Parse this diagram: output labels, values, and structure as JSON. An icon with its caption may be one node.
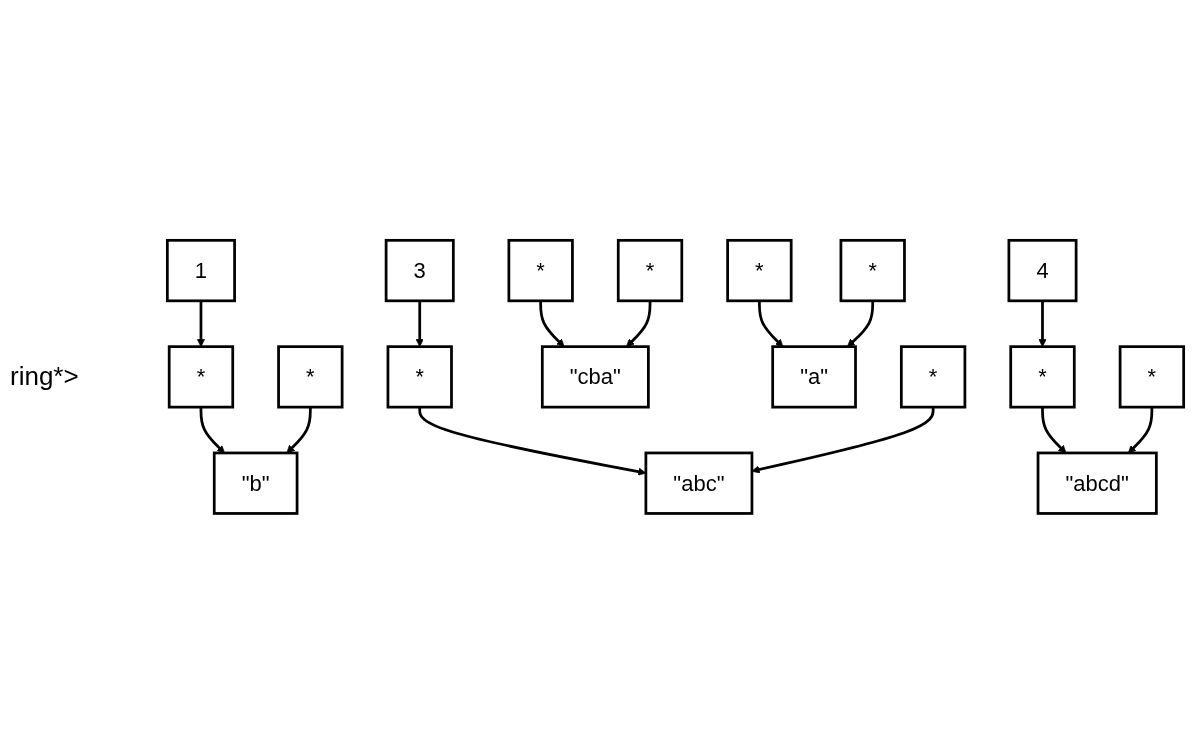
{
  "diagram": {
    "nodes": [
      {
        "text": [
          "1"
        ]
      },
      {
        "text": [
          "*"
        ]
      },
      {
        "text": [
          "*"
        ]
      },
      {
        "text": [
          "3"
        ]
      },
      {
        "text": [
          "*"
        ]
      },
      {
        "text": [
          "*"
        ]
      },
      {
        "text": [
          "4"
        ]
      },
      {
        "text": [
          "*"
        ]
      },
      {
        "text": [
          "\"b\""
        ]
      },
      {
        "text": [
          "\"abcd\""
        ]
      },
      {
        "text": [
          "\"abc\""
        ]
      },
      {
        "text": [
          "\"cba\""
        ]
      },
      {
        "text": [
          "\"a\""
        ]
      },
      {
        "text": [
          "*"
        ]
      },
      {
        "text": [
          "*"
        ]
      },
      {
        "text": [
          "*"
        ]
      },
      {
        "text": [
          "*"
        ]
      },
      {
        "text": [
          "*"
        ]
      }
    ],
    "edges": [
      {
        "from": 0,
        "to": 1,
        "arrow": "to"
      },
      {
        "from": 3,
        "to": 4,
        "arrow": "to"
      },
      {
        "from": 6,
        "to": 7,
        "arrow": "to"
      },
      {
        "from": 1,
        "to": 8,
        "arrow": "to"
      },
      {
        "from": 2,
        "to": 12,
        "arrow": "to"
      },
      {
        "from": 4,
        "to": 10,
        "arrow": "to"
      },
      {
        "from": 5,
        "to": 11,
        "arrow": "to"
      },
      {
        "from": 7,
        "to": 9,
        "arrow": "to"
      },
      {
        "from": 13,
        "to": 8,
        "arrow": "to"
      },
      {
        "from": 14,
        "to": 9,
        "arrow": "to"
      },
      {
        "from": 15,
        "to": 10,
        "arrow": "to"
      },
      {
        "from": 16,
        "to": 11,
        "arrow": "to"
      },
      {
        "from": 17,
        "to": 12,
        "arrow": "to"
      }
    ],
    "labels": [
      "ring*>"
    ]
  }
}
